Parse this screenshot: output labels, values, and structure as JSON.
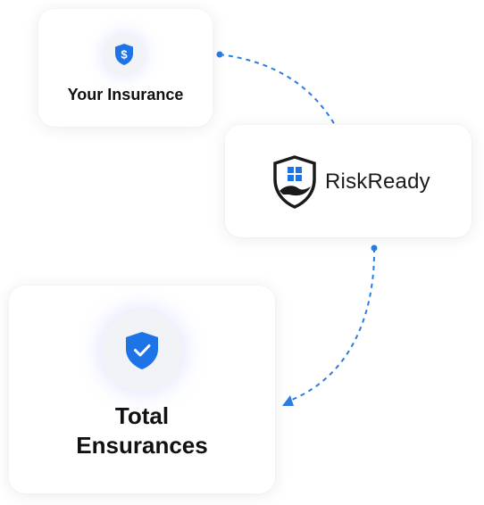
{
  "cards": {
    "insurance": {
      "label": "Your Insurance",
      "icon": "dollar-shield-icon"
    },
    "riskready": {
      "brand": "RiskReady",
      "icon": "riskready-shield-logo-icon"
    },
    "total": {
      "line1": "Total",
      "line2": "Ensurances",
      "icon": "check-shield-icon"
    }
  },
  "colors": {
    "accent": "#1e74e6",
    "connector": "#2a7de1",
    "text": "#111111"
  }
}
